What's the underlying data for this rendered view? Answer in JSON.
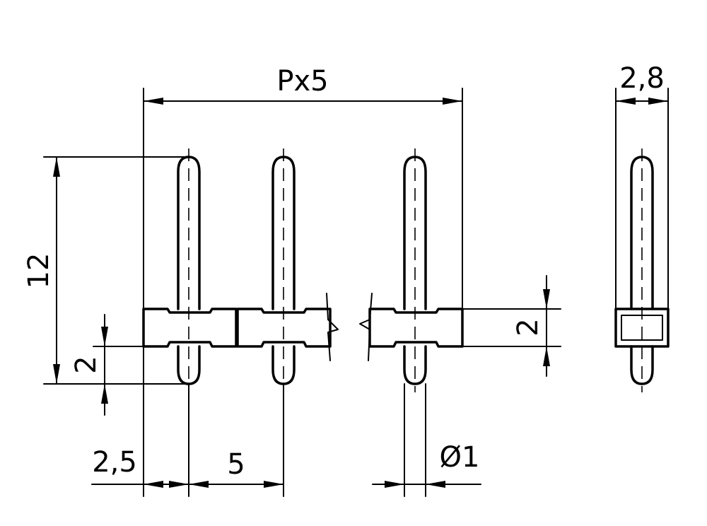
{
  "dimensions": {
    "overall_length": "Px5",
    "side_width": "2,8",
    "pin_height": "12",
    "bottom_pin": "2",
    "body_height": "2",
    "edge_offset": "2,5",
    "pitch": "5",
    "pin_diameter": "Ø1"
  },
  "colors": {
    "ink": "#000000",
    "paper": "#ffffff"
  }
}
